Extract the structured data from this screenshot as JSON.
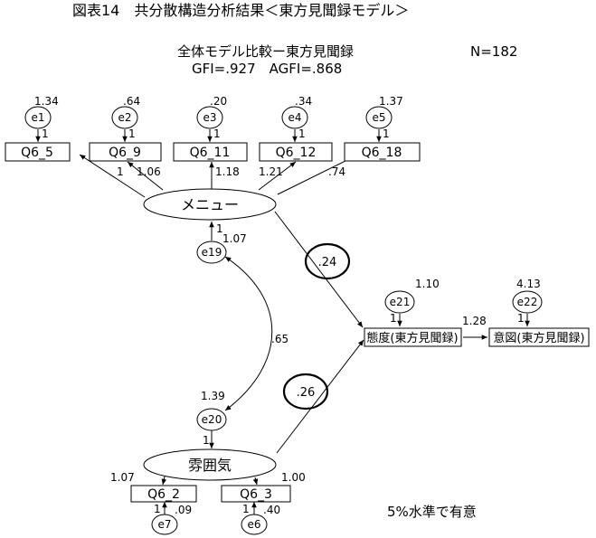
{
  "title": "図表14　共分散構造分析結果＜東方見聞録モデル＞",
  "subtitle": "全体モデル比較ー東方見聞録",
  "fit": "GFI=.927　AGFI=.868",
  "n": "N=182",
  "note": "5%水準で有意",
  "observed": {
    "q6_5": "Q6_5",
    "q6_9": "Q6_9",
    "q6_11": "Q6_11",
    "q6_12": "Q6_12",
    "q6_18": "Q6_18",
    "q6_2": "Q6_2",
    "q6_3": "Q6_3",
    "attitude": "態度(東方見聞録)",
    "intention": "意図(東方見聞録)"
  },
  "latent": {
    "menu": "メニュー",
    "atmosphere": "雰囲気"
  },
  "errors": {
    "e1": "e1",
    "e2": "e2",
    "e3": "e3",
    "e4": "e4",
    "e5": "e5",
    "e6": "e6",
    "e7": "e7",
    "e19": "e19",
    "e20": "e20",
    "e21": "e21",
    "e22": "e22"
  },
  "variances": {
    "e1": "1.34",
    "e2": ".64",
    "e3": ".20",
    "e4": ".34",
    "e5": "1.37",
    "e19": "1.07",
    "e20": "1.39",
    "e21": "1.10",
    "e22": "4.13",
    "e7": ".09",
    "e6": ".40"
  },
  "fixed_one": "1",
  "loadings": {
    "menu_q6_9": "1.06",
    "menu_q6_11": "1.18",
    "menu_q6_12": "1.21",
    "menu_q6_18": ".74",
    "atm_q6_2": "1.07",
    "atm_q6_3": "1.00"
  },
  "paths": {
    "menu_attitude": ".24",
    "atm_attitude": ".26",
    "attitude_intention": "1.28",
    "cov_e19_e20": ".65"
  }
}
